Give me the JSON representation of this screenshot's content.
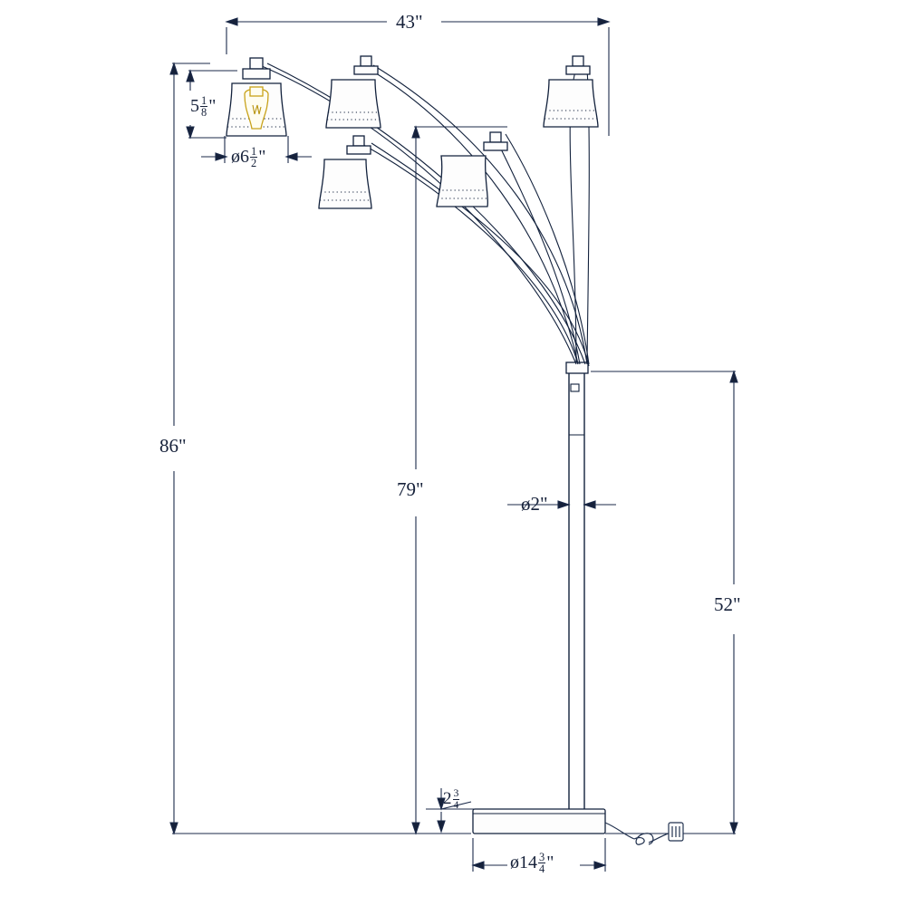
{
  "drawing": {
    "title": "Arc floor lamp dimensional drawing",
    "units": "inches",
    "line_color": "#16213a",
    "background": "#ffffff",
    "bulb_color": "#c8a21a"
  },
  "dimensions": {
    "width_top": {
      "value": "43",
      "unit": "\"",
      "label": "43\"",
      "orientation": "horizontal",
      "position": "top"
    },
    "overall_height": {
      "value": "86",
      "unit": "\"",
      "label": "86\"",
      "orientation": "vertical",
      "position": "left"
    },
    "arc_height": {
      "value": "79",
      "unit": "\"",
      "label": "79\"",
      "orientation": "vertical",
      "position": "center"
    },
    "pole_height": {
      "value": "52",
      "unit": "\"",
      "label": "52\"",
      "orientation": "vertical",
      "position": "right"
    },
    "pole_diameter": {
      "symbol": "ø",
      "value": "2",
      "unit": "\"",
      "label": "ø2\"",
      "orientation": "horizontal"
    },
    "shade_height": {
      "whole": "5",
      "num": "1",
      "den": "8",
      "unit": "\"",
      "label": "5 1/8\"",
      "orientation": "vertical"
    },
    "shade_diameter": {
      "symbol": "ø",
      "whole": "6",
      "num": "1",
      "den": "2",
      "unit": "\"",
      "label": "ø6 1/2\"",
      "orientation": "horizontal"
    },
    "base_height": {
      "whole": "2",
      "num": "3",
      "den": "4",
      "unit": "",
      "label": "2 3/4",
      "orientation": "vertical"
    },
    "base_diameter": {
      "symbol": "ø",
      "whole": "14",
      "num": "3",
      "den": "4",
      "unit": "\"",
      "label": "ø14 3/4\"",
      "orientation": "horizontal"
    }
  }
}
